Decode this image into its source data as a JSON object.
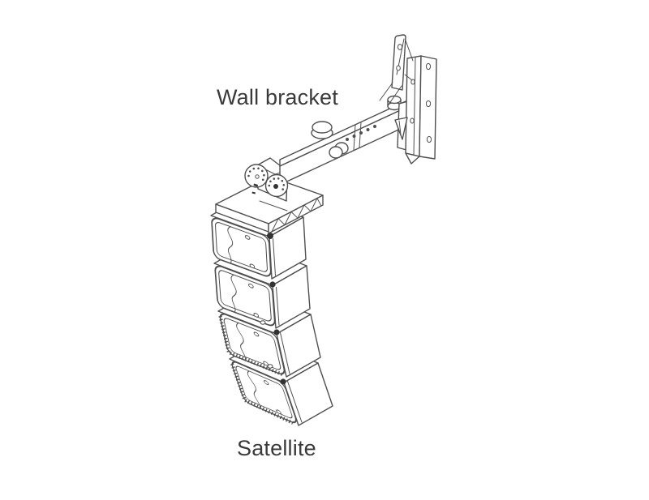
{
  "diagram": {
    "type": "technical-line-drawing",
    "subject": "Satellite speaker column mounted on a wall bracket",
    "labels": {
      "wall_bracket": "Wall bracket",
      "satellite": "Satellite"
    },
    "colors": {
      "background": "#ffffff",
      "line": "#4f4f4f",
      "text": "#3a3a3a",
      "hardware_dark": "#333333"
    },
    "satellite_count": 4,
    "components": [
      "wall-plate",
      "mounting-strap",
      "bracket-arm",
      "adjustment-knob",
      "tilt-hinge",
      "adapter-plate",
      "satellite-speakers"
    ]
  }
}
